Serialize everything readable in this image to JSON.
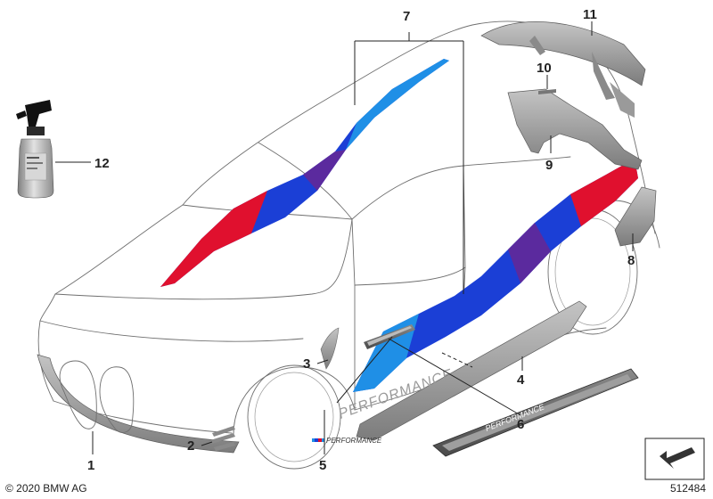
{
  "diagram": {
    "callouts": [
      {
        "id": "c1",
        "label": "1"
      },
      {
        "id": "c2",
        "label": "2"
      },
      {
        "id": "c3",
        "label": "3"
      },
      {
        "id": "c4",
        "label": "4"
      },
      {
        "id": "c5",
        "label": "5"
      },
      {
        "id": "c6",
        "label": "6"
      },
      {
        "id": "c7",
        "label": "7"
      },
      {
        "id": "c8",
        "label": "8"
      },
      {
        "id": "c9",
        "label": "9"
      },
      {
        "id": "c10",
        "label": "10"
      },
      {
        "id": "c11",
        "label": "11"
      },
      {
        "id": "c12",
        "label": "12"
      }
    ],
    "sill_text": "PERFORMANCE",
    "side_text": "PERFORMANCE",
    "emblem_text": "PERFORMANCE"
  },
  "footer": {
    "copyright": "© 2020 BMW AG",
    "diagram_id": "512484"
  },
  "colors": {
    "stripe_blue_light": "#1f8fe6",
    "stripe_blue": "#1b3fd6",
    "stripe_violet": "#5b2a9e",
    "stripe_red": "#e0102e",
    "part_gray": "#9c9c9c",
    "part_gray_dark": "#6e6e6e"
  }
}
